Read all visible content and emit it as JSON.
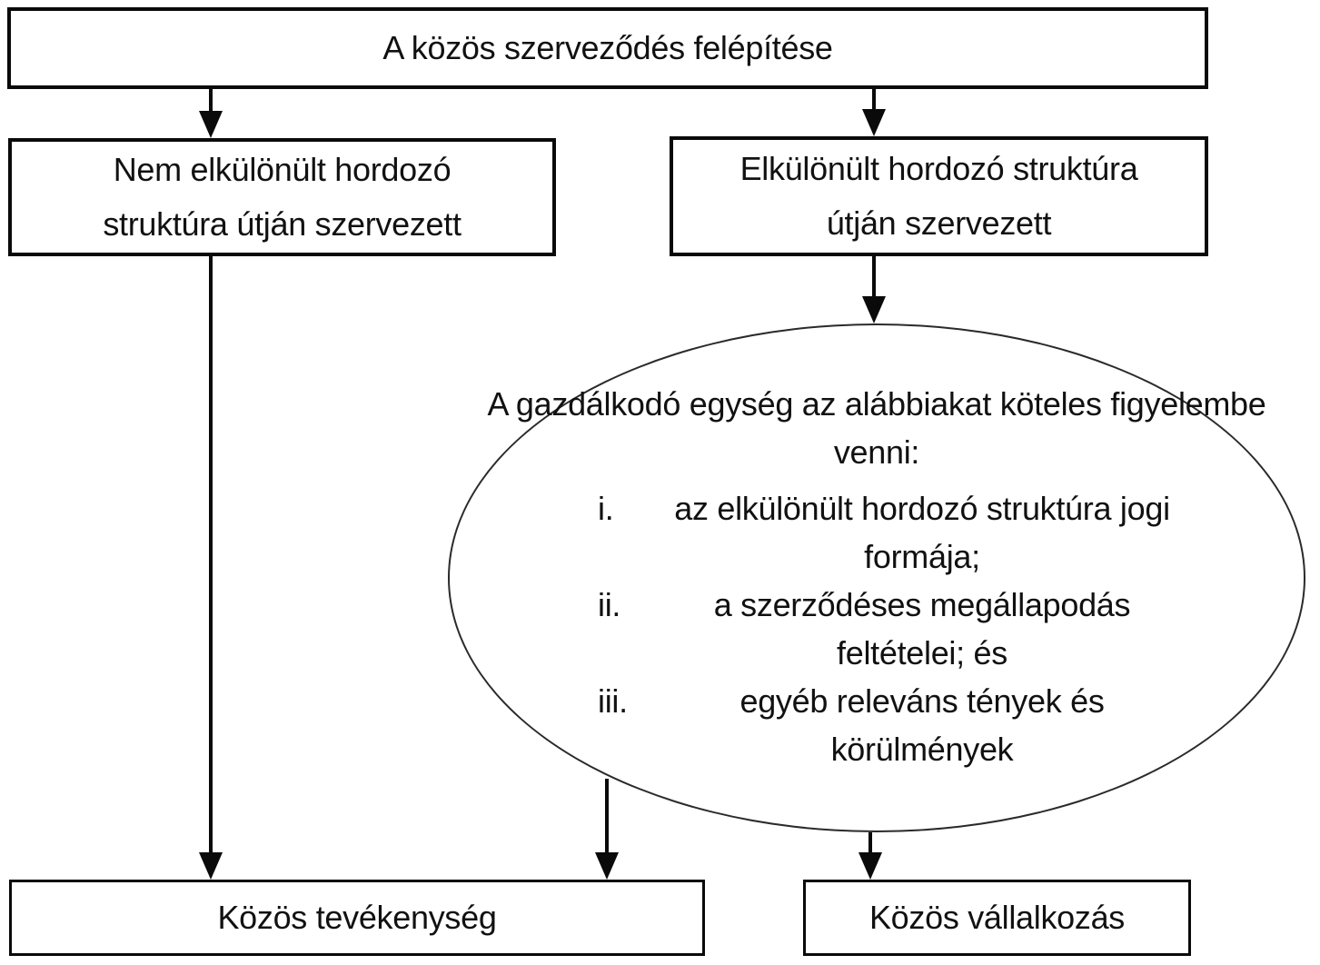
{
  "colors": {
    "background": "#ffffff",
    "line": "#0a0a0a",
    "text": "#111111"
  },
  "diagram": {
    "type": "flowchart",
    "top": {
      "label": "A közös szerveződés felépítése"
    },
    "left_branch": {
      "lines": [
        "Nem elkülönült hordozó",
        "struktúra útján szervezett"
      ]
    },
    "right_branch": {
      "lines": [
        "Elkülönült hordozó struktúra",
        "útján szervezett"
      ]
    },
    "considerations": {
      "heading_lines": [
        "A gazdálkodó egység az alábbiakat",
        "köteles figyelembe venni:"
      ],
      "items": [
        {
          "num": "i.",
          "lines": [
            "az elkülönült hordozó struktúra",
            "jogi formája;"
          ]
        },
        {
          "num": "ii.",
          "lines": [
            "a szerződéses megállapodás",
            "feltételei; és"
          ]
        },
        {
          "num": "iii.",
          "lines": [
            "egyéb releváns tények és",
            "körülmények"
          ]
        }
      ]
    },
    "bottom_left": {
      "label": "Közös tevékenység"
    },
    "bottom_right": {
      "label": "Közös vállalkozás"
    }
  }
}
